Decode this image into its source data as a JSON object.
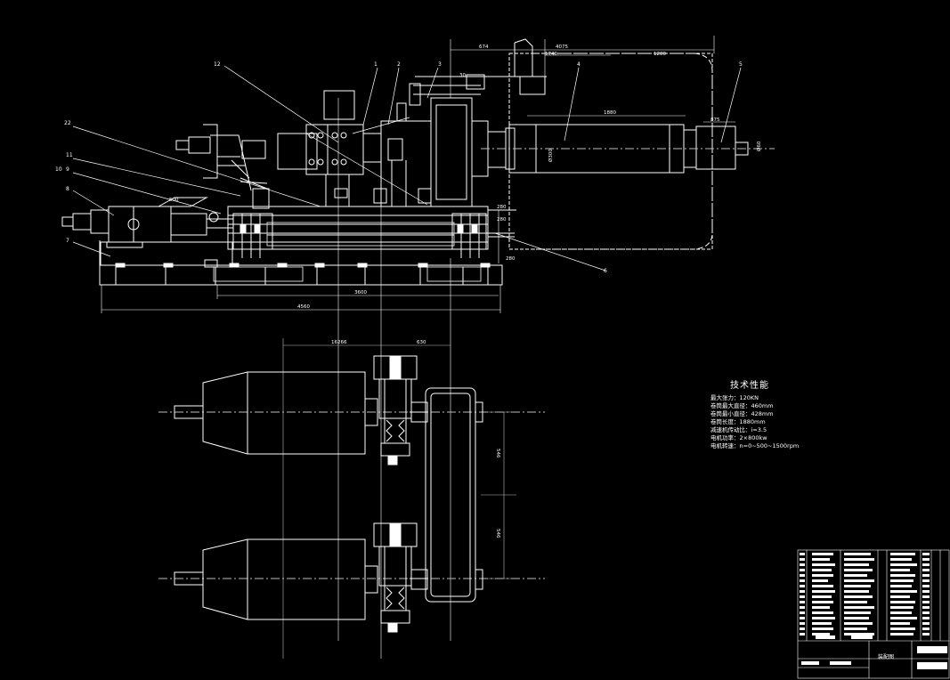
{
  "drawing": {
    "background": "#000000",
    "line_color": "#ffffff",
    "dims": [
      "674",
      "4075",
      "1740",
      "1200",
      "1880",
      "875",
      "30",
      "500",
      "4560",
      "3600",
      "16266",
      "630",
      "546",
      "546",
      "280",
      "280",
      "280",
      "Ø300",
      "Ø60"
    ],
    "callouts": [
      "12",
      "1",
      "2",
      "3",
      "4",
      "5",
      "22",
      "11",
      "10",
      "9",
      "8",
      "7",
      "6"
    ]
  },
  "spec": {
    "title": "技术性能",
    "lines": [
      "最大张力：120KN",
      "卷筒最大直径：460mm",
      "卷筒最小直径：428mm",
      "卷筒长度：1880mm",
      "减速机传动比：i=3.5",
      "电机功率：2×800kw",
      "电机转速：n=0~500~1500rpm"
    ]
  },
  "title_block": {
    "drawing_name": "装配图"
  }
}
